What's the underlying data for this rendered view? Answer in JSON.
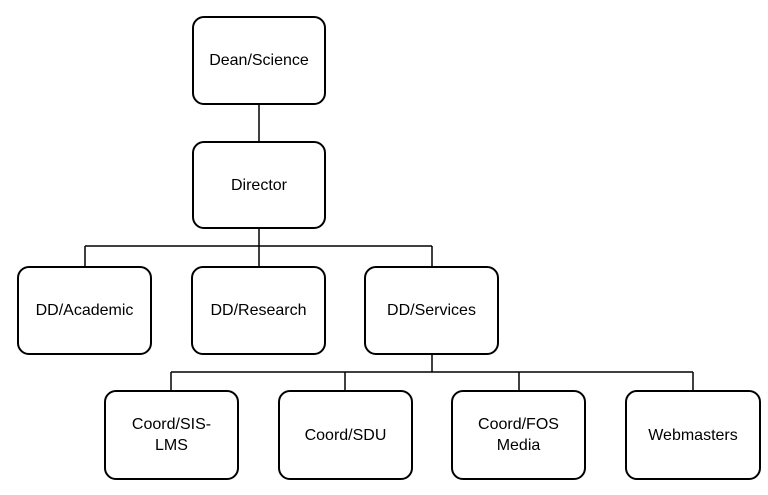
{
  "nodes": {
    "dean": {
      "label": "Dean/Science"
    },
    "director": {
      "label": "Director"
    },
    "dd_academic": {
      "label": "DD/Academic"
    },
    "dd_research": {
      "label": "DD/Research"
    },
    "dd_services": {
      "label": "DD/Services"
    },
    "coord_sis_lms": {
      "label": "Coord/SIS-\nLMS"
    },
    "coord_sdu": {
      "label": "Coord/SDU"
    },
    "coord_fos_media": {
      "label": "Coord/FOS\nMedia"
    },
    "webmasters": {
      "label": "Webmasters"
    }
  },
  "edges": [
    {
      "from": "Dean/Science",
      "to": "Director"
    },
    {
      "from": "Director",
      "to": "DD/Academic"
    },
    {
      "from": "Director",
      "to": "DD/Research"
    },
    {
      "from": "Director",
      "to": "DD/Services"
    },
    {
      "from": "DD/Services",
      "to": "Coord/SIS-LMS"
    },
    {
      "from": "DD/Services",
      "to": "Coord/SDU"
    },
    {
      "from": "DD/Services",
      "to": "Coord/FOS Media"
    },
    {
      "from": "DD/Services",
      "to": "Webmasters"
    }
  ],
  "colors": {
    "line": "#000000",
    "box_border": "#000000",
    "box_fill": "#ffffff",
    "text": "#000000"
  }
}
